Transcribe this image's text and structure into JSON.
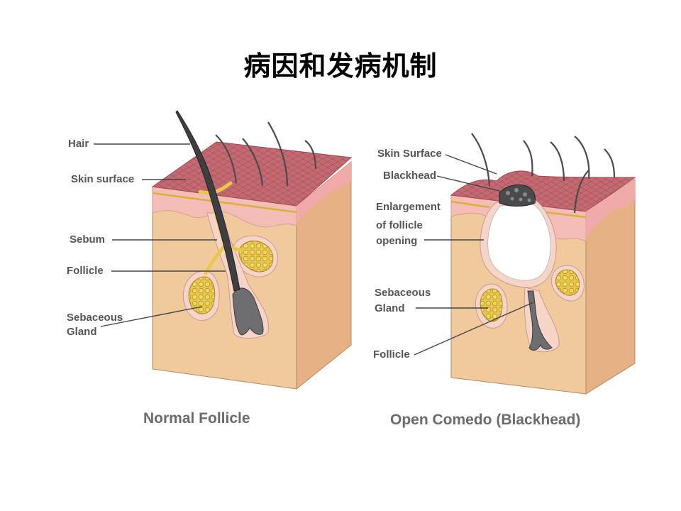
{
  "title": "病因和发病机制",
  "panels": [
    {
      "caption": "Normal Follicle",
      "labels": {
        "hair": "Hair",
        "skin_surface": "Skin surface",
        "sebum": "Sebum",
        "follicle": "Follicle",
        "sebaceous_gland_1": "Sebaceous",
        "sebaceous_gland_2": "Gland"
      }
    },
    {
      "caption": "Open Comedo (Blackhead)",
      "labels": {
        "skin_surface": "Skin Surface",
        "blackhead": "Blackhead",
        "enlargement_1": "Enlargement",
        "enlargement_2": "of follicle",
        "enlargement_3": "opening",
        "sebaceous_gland_1": "Sebaceous",
        "sebaceous_gland_2": "Gland",
        "follicle": "Follicle"
      }
    }
  ],
  "colors": {
    "epidermis_top": "#c9747a",
    "dermis": "#f0c9a0",
    "dermis_side": "#e8b88a",
    "pink_layer": "#f3b9b5",
    "gland_yellow": "#e8c84a",
    "follicle_gray": "#6e6e70",
    "text_gray": "#555555"
  }
}
